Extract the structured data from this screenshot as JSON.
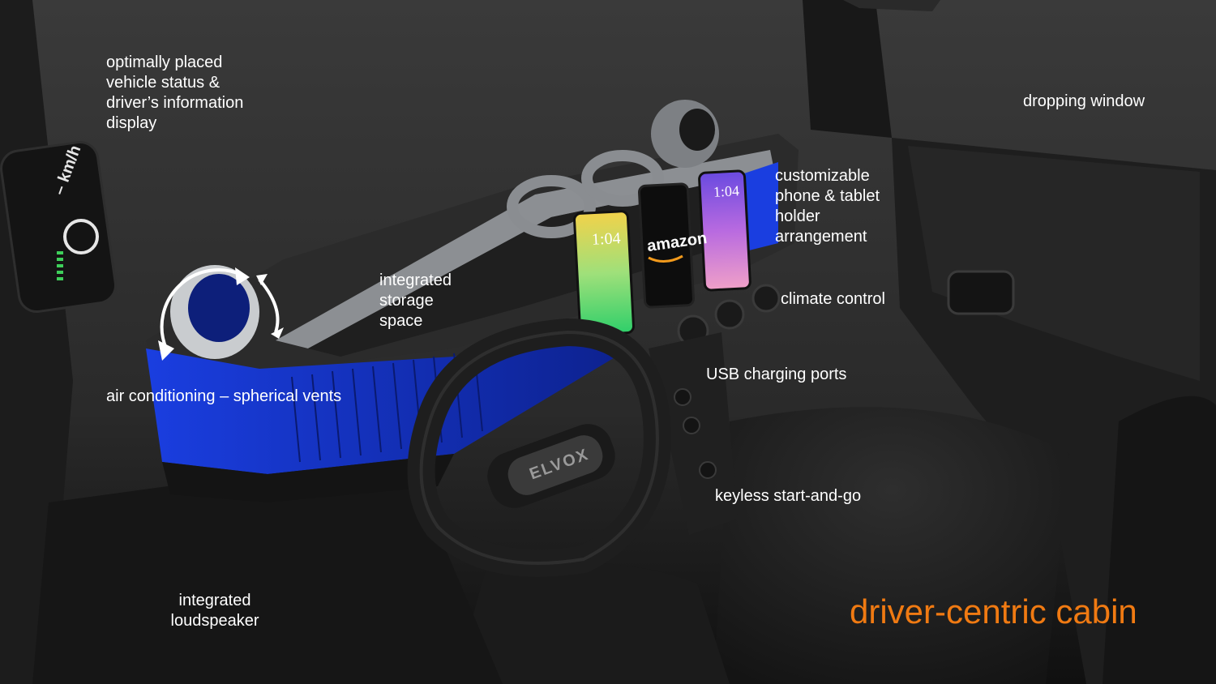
{
  "labels": {
    "display": "optimally placed\nvehicle status &\ndriver’s information\ndisplay",
    "dropping_window": "dropping window",
    "phone_holder": "customizable\nphone & tablet\nholder\narrangement",
    "storage": "integrated\nstorage\nspace",
    "climate": "climate control",
    "usb": "USB charging ports",
    "vents": "air conditioning – spherical vents",
    "keyless": "keyless start-and-go",
    "loudspeaker": "integrated\nloudspeaker"
  },
  "headline": "driver-centric cabin",
  "logos": {
    "steering": "ELVOX",
    "phone_center": "amazon"
  },
  "display_readout": {
    "unit": "km/h",
    "speed": "–"
  },
  "phones": {
    "time": "1:04"
  },
  "colors": {
    "accent_orange": "#f07a12",
    "dash_blue": "#1535c8",
    "label_white": "#ffffff",
    "background": "#1a1a1a"
  }
}
